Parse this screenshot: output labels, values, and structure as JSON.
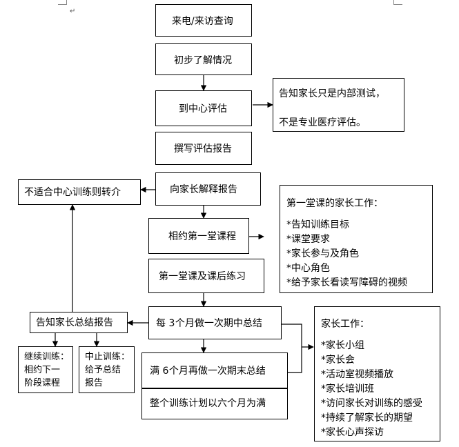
{
  "flow": {
    "enquiry": "来电/来访查询",
    "initial": "初步了解情况",
    "assess": "到中心评估",
    "report": "撰写评估报告",
    "explain": "向家长解释报告",
    "first_course": "相约第一堂课程",
    "practice": "第一堂课及课后练习",
    "midterm_prefix": "每",
    "midterm_num": "3",
    "midterm_suffix": "个月做一次期中总结",
    "final_prefix": "满",
    "final_num": "6",
    "final_suffix": "个月再做一次期末总结",
    "plan_label": "整个训练计划以六个月为满"
  },
  "side": {
    "notice_line1": "告知家长只是内部测试，",
    "notice_line2": "不是专业医疗评估。",
    "unsuitable": "不适合中心训练则转介",
    "summary": "告知家长总结报告",
    "continue_line1": "继续训练：",
    "continue_line2": "相约下一",
    "continue_line3": "阶段课程",
    "stop_line1": "中止训练：",
    "stop_line2": "给予总结",
    "stop_line3": "报告"
  },
  "first_class": {
    "title": "第一堂课的家长工作：",
    "items": [
      "*告知训练目标",
      "*课堂要求",
      "*家长参与及角色",
      "*中心角色",
      "*给予家长看读写障碍的视频"
    ]
  },
  "parent_work": {
    "title": "家长工作：",
    "items": [
      "*家长小组",
      "*家长会",
      "*活动室视频播放",
      "*家长培训班",
      "*访问家长对训练的感受",
      "*持续了解家长的期望",
      "*家长心声探访"
    ]
  },
  "paragraph_mark": "↵"
}
